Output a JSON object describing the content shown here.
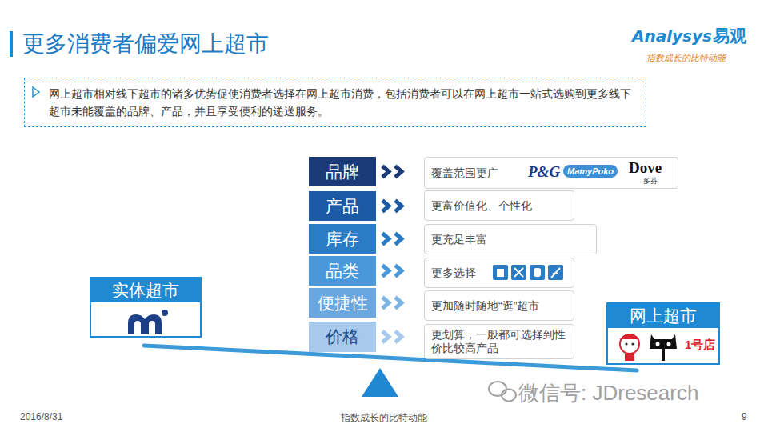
{
  "diagram": {
    "title": "更多消费者偏爱网上超市",
    "nodes": [
      {
        "text": [
          "网上超市相对线下超市的诸多优势促使消费者选择在网上超市消费，包括消费者可以在网上超市一站式选购到更多线下超市未能覆盖的品牌、产品，并且享受便利的递送服务。"
        ]
      },
      {
        "text": [
          "实体超市"
        ]
      },
      {
        "text": [
          "品牌"
        ]
      },
      {
        "text": [
          "产品"
        ]
      },
      {
        "text": [
          "库存"
        ]
      },
      {
        "text": [
          "品类"
        ]
      },
      {
        "text": [
          "便捷性"
        ]
      },
      {
        "text": [
          "价格"
        ]
      },
      {
        "text": [
          "覆盖范围更广"
        ]
      },
      {
        "text": [
          "更富价值化、个性化"
        ]
      },
      {
        "text": [
          "更充足丰富"
        ]
      },
      {
        "text": [
          "更多选择"
        ]
      },
      {
        "text": [
          "更加随时随地“逛”超市"
        ]
      },
      {
        "text": [
          "更划算，一般都可选择到性价比较高产品"
        ]
      },
      {
        "text": [
          "网上超市"
        ]
      }
    ],
    "edges": [
      {
        "from": 2,
        "to": 8,
        "arrow": "to"
      },
      {
        "from": 3,
        "to": 9,
        "arrow": "to"
      },
      {
        "from": 4,
        "to": 10,
        "arrow": "to"
      },
      {
        "from": 5,
        "to": 11,
        "arrow": "to"
      },
      {
        "from": 6,
        "to": 12,
        "arrow": "to"
      },
      {
        "from": 7,
        "to": 13,
        "arrow": "to"
      }
    ],
    "labels": [
      "Analysys",
      "易观",
      "指数成长的比特动能",
      "P&G",
      "MamyPoko",
      "Dove",
      "多芬",
      "1号店",
      "微信号: JDresearch",
      "2016/8/31",
      "指数成长的比特动能",
      "9"
    ]
  }
}
